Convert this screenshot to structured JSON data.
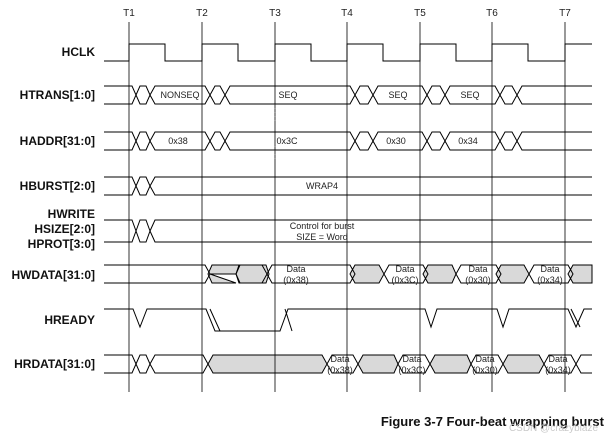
{
  "times": [
    "T1",
    "T2",
    "T3",
    "T4",
    "T5",
    "T6",
    "T7"
  ],
  "signals": {
    "hclk": "HCLK",
    "htrans": "HTRANS[1:0]",
    "haddr": "HADDR[31:0]",
    "hburst": "HBURST[2:0]",
    "hwrite": "HWRITE",
    "hsize": "HSIZE[2:0]",
    "hprot": "HPROT[3:0]",
    "hwdata": "HWDATA[31:0]",
    "hready": "HREADY",
    "hrdata": "HRDATA[31:0]"
  },
  "values": {
    "htrans": [
      "NONSEQ",
      "SEQ",
      "SEQ",
      "SEQ"
    ],
    "haddr": [
      "0x38",
      "0x3C",
      "0x30",
      "0x34"
    ],
    "hburst": "WRAP4",
    "control_line1": "Control for burst",
    "control_line2": "SIZE = Word",
    "hwdata_top": [
      "Data",
      "Data",
      "Data",
      "Data"
    ],
    "hwdata_bottom": [
      "(0x38)",
      "(0x3C)",
      "(0x30)",
      "(0x34)"
    ],
    "hrdata_top": [
      "Data",
      "Data",
      "Data",
      "Data"
    ],
    "hrdata_bottom": [
      "(0x38)",
      "(0x3C)",
      "(0x30)",
      "(0x34)"
    ]
  },
  "caption": "Figure 3-7 Four-beat wrapping burst",
  "watermark": "CSDN @crazyblaze"
}
